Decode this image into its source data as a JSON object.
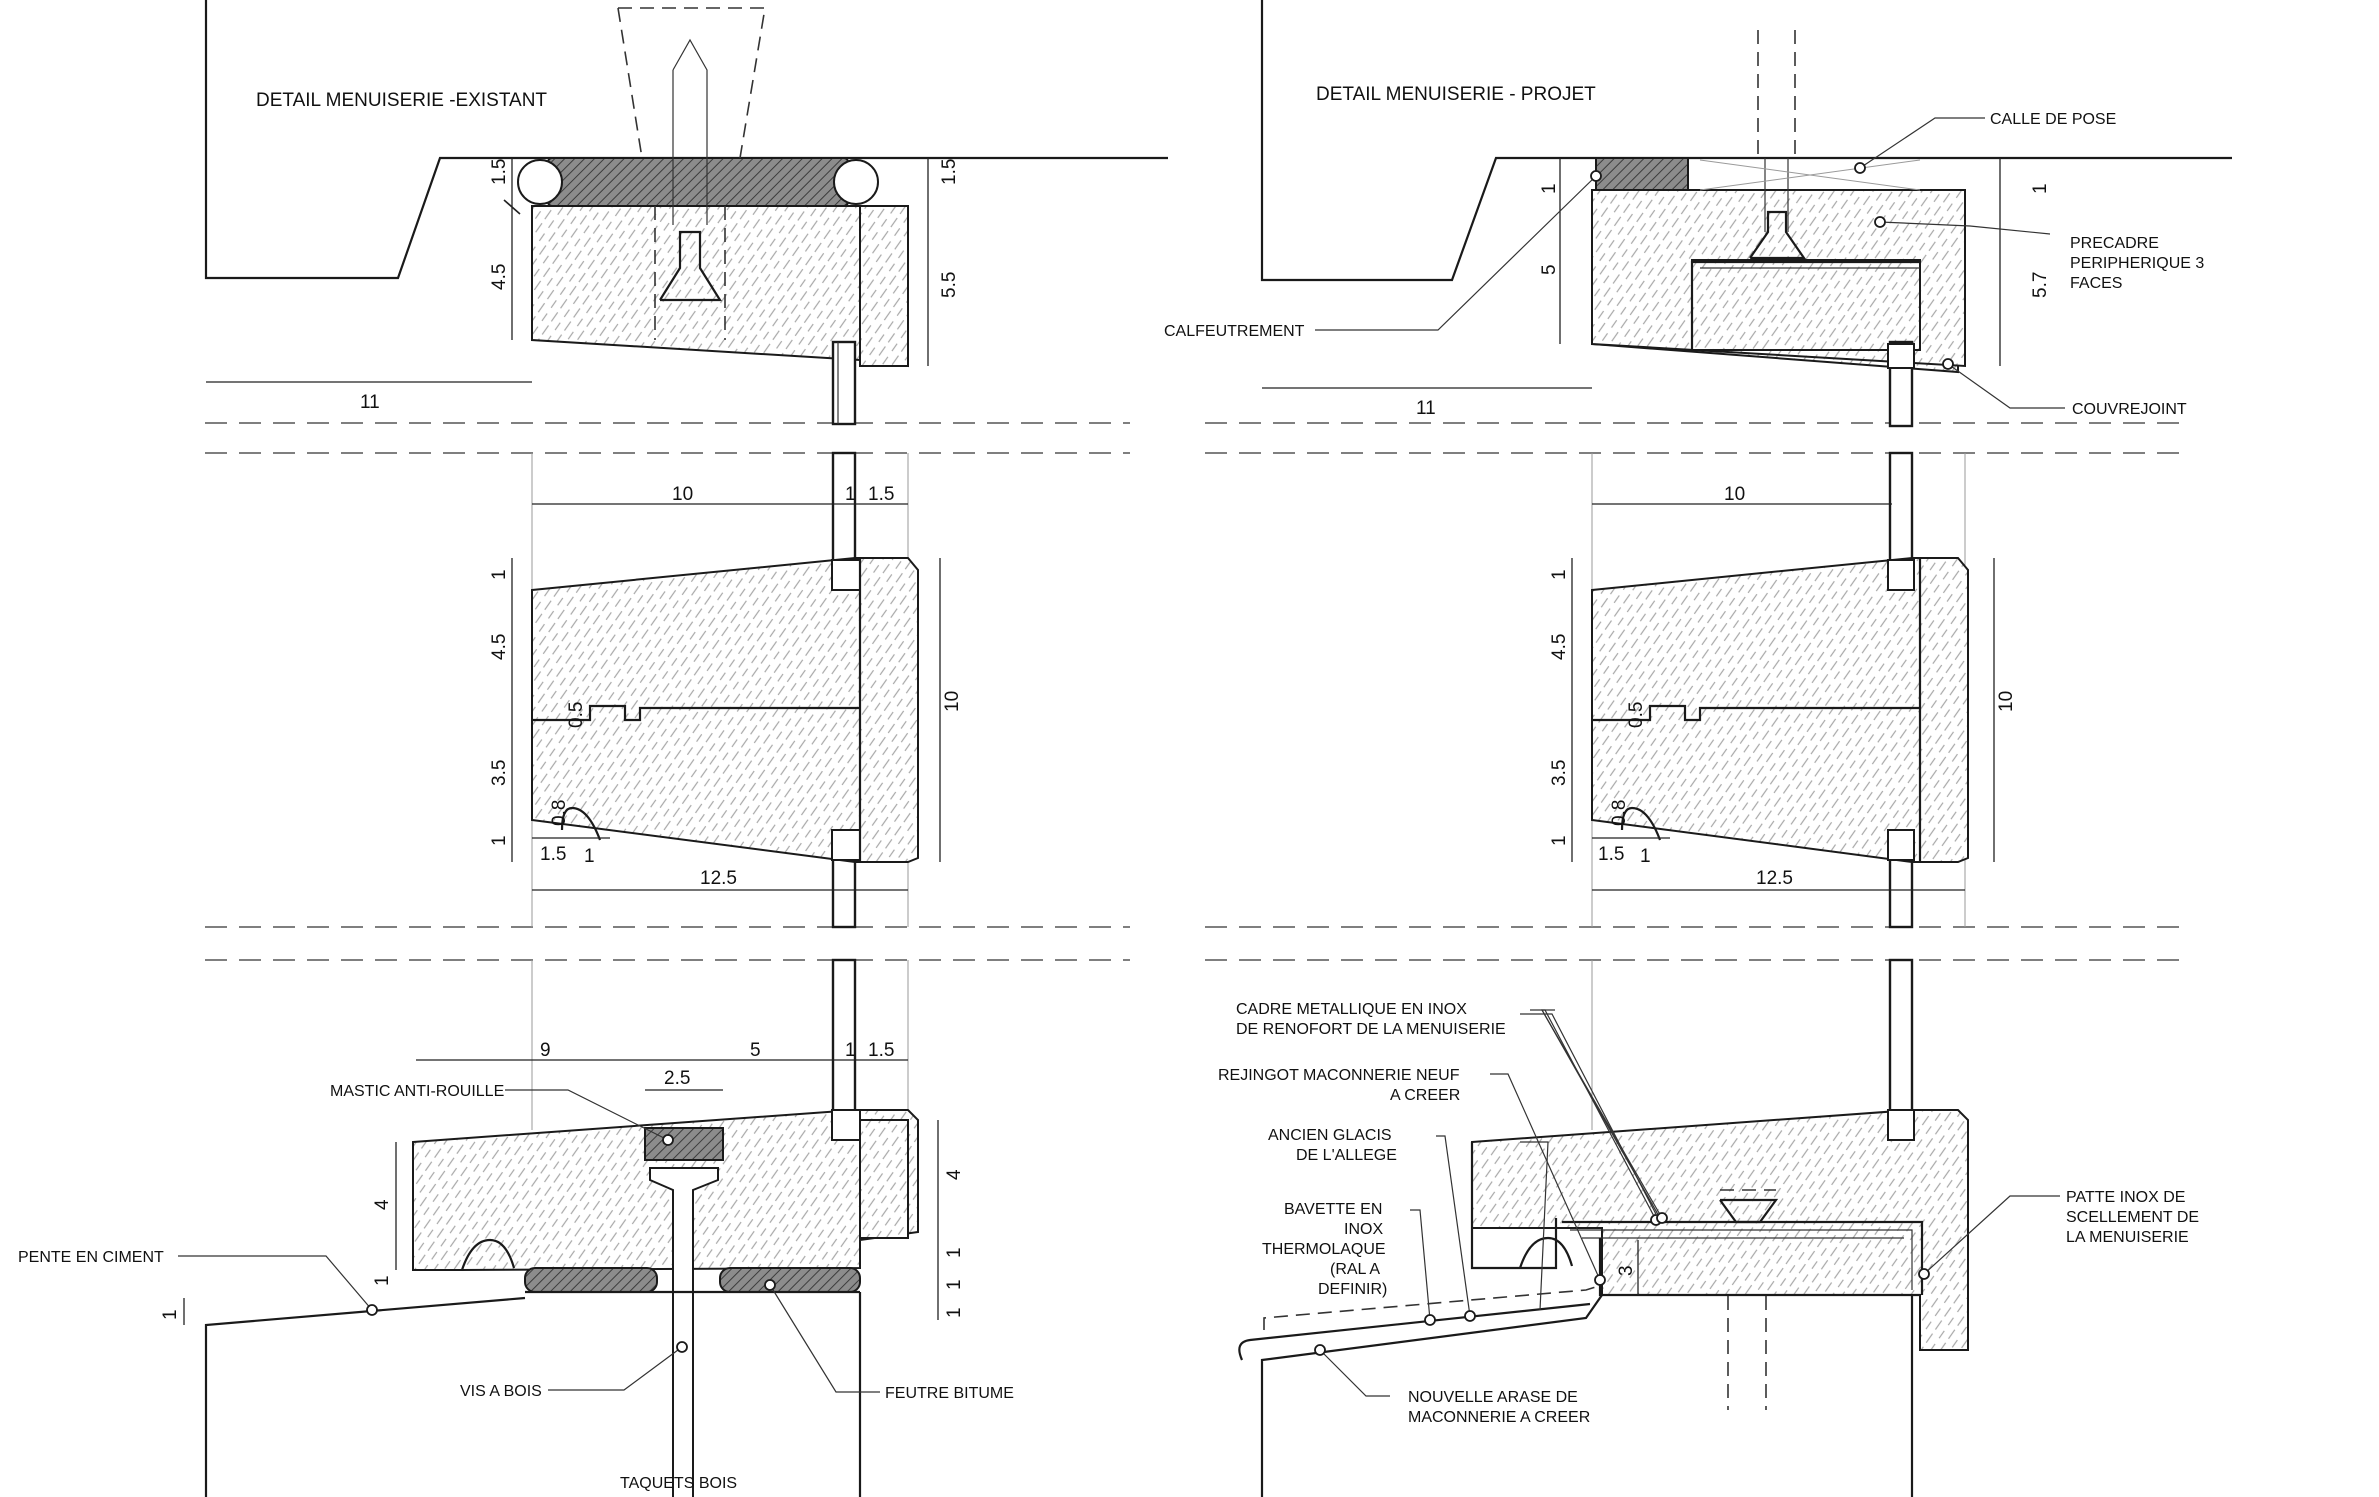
{
  "titles": {
    "existing": "DETAIL MENUISERIE -EXISTANT",
    "project": "DETAIL MENUISERIE - PROJET"
  },
  "labels": {
    "calle_de_pose": "CALLE DE POSE",
    "precadre_line1": "PRECADRE",
    "precadre_line2": "PERIPHERIQUE 3",
    "precadre_line3": "FACES",
    "calfeutrement": "CALFEUTREMENT",
    "couvrejoint": "COUVREJOINT",
    "mastic": "MASTIC ANTI-ROUILLE",
    "pente": "PENTE EN CIMENT",
    "vis": "VIS A BOIS",
    "feutre": "FEUTRE BITUME",
    "taquets": "TAQUETS BOIS",
    "cadre_line1": "CADRE METALLIQUE EN INOX",
    "cadre_line2": "DE RENOFORT DE LA MENUISERIE",
    "rejingot_line1": "REJINGOT MACONNERIE NEUF",
    "rejingot_line2": "A CREER",
    "glacis_line1": "ANCIEN GLACIS",
    "glacis_line2": "DE L'ALLEGE",
    "bavette_line1": "BAVETTE EN",
    "bavette_line2": "INOX",
    "bavette_line3": "THERMOLAQUE",
    "bavette_line4": "(RAL A",
    "bavette_line5": "DEFINIR)",
    "patte_line1": "PATTE INOX DE",
    "patte_line2": "SCELLEMENT DE",
    "patte_line3": "LA MENUISERIE",
    "arase_line1": "NOUVELLE ARASE DE",
    "arase_line2": "MACONNERIE A CREER"
  },
  "dims": {
    "d1_5": "1.5",
    "d4_5": "4.5",
    "d5_5": "5.5",
    "d11": "11",
    "d10": "10",
    "d1": "1",
    "d3_5": "3.5",
    "d0_8": "0.8",
    "d0_5": "0.5",
    "d12_5": "12.5",
    "d9": "9",
    "d5": "5",
    "d2_5": "2.5",
    "d4": "4",
    "d5_7": "5.7",
    "d3": "3"
  }
}
